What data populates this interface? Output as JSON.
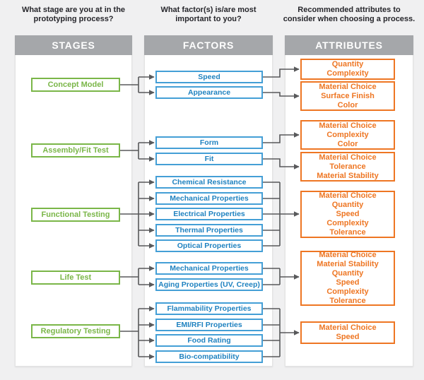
{
  "questions": {
    "stages": "What stage are you at in the prototyping process?",
    "factors": "What factor(s) is/are most important to you?",
    "attributes": "Recommended attributes to consider when choosing a process."
  },
  "columns": {
    "stages": "STAGES",
    "factors": "FACTORS",
    "attributes": "ATTRIBUTES"
  },
  "stages": [
    "Concept Model",
    "Assembly/Fit Test",
    "Functional Testing",
    "Life Test",
    "Regulatory Testing"
  ],
  "factors": [
    "Speed",
    "Appearance",
    "Form",
    "Fit",
    "Chemical Resistance",
    "Mechanical Properties",
    "Electrical Properties",
    "Thermal Properties",
    "Optical Properties",
    "Mechanical Properties",
    "Aging Properties (UV, Creep)",
    "Flammability Properties",
    "EMI/RFI Properties",
    "Food Rating",
    "Bio-compatibility"
  ],
  "attributes": [
    [
      "Quantity",
      "Complexity"
    ],
    [
      "Material Choice",
      "Surface Finish",
      "Color"
    ],
    [
      "Material Choice",
      "Complexity",
      "Color"
    ],
    [
      "Material Choice",
      "Tolerance",
      "Material Stability"
    ],
    [
      "Material Choice",
      "Quantity",
      "Speed",
      "Complexity",
      "Tolerance"
    ],
    [
      "Material Choice",
      "Material Stability",
      "Quantity",
      "Speed",
      "Complexity",
      "Tolerance"
    ],
    [
      "Material Choice",
      "Speed"
    ]
  ],
  "connections": [
    {
      "stage": "Concept Model",
      "factors": [
        "Speed",
        "Appearance"
      ],
      "attributes": [
        0,
        1
      ]
    },
    {
      "stage": "Assembly/Fit Test",
      "factors": [
        "Form",
        "Fit"
      ],
      "attributes": [
        2,
        3
      ]
    },
    {
      "stage": "Functional Testing",
      "factors": [
        "Chemical Resistance",
        "Mechanical Properties",
        "Electrical Properties",
        "Thermal Properties",
        "Optical Properties"
      ],
      "attributes": [
        4
      ]
    },
    {
      "stage": "Life Test",
      "factors": [
        "Mechanical Properties",
        "Aging Properties (UV, Creep)"
      ],
      "attributes": [
        5
      ]
    },
    {
      "stage": "Regulatory Testing",
      "factors": [
        "Flammability Properties",
        "EMI/RFI Properties",
        "Food Rating",
        "Bio-compatibility"
      ],
      "attributes": [
        6
      ]
    }
  ],
  "colors": {
    "stage_green": "#7ab648",
    "factor_blue": "#2e95d3",
    "attribute_orange": "#ee7623",
    "header_gray": "#a5a7aa",
    "connector_gray": "#58595b",
    "background": "#f0f0f1"
  }
}
